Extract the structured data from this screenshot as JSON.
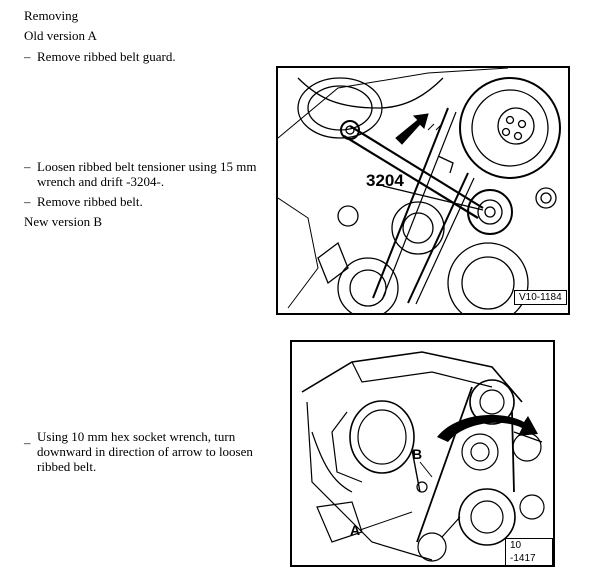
{
  "heading": "Removing",
  "version_a_label": "Old version A",
  "steps_a": {
    "step1": "Remove ribbed belt guard.",
    "step2_line1": "Loosen ribbed belt tensioner using 15 mm",
    "step2_line2": "wrench and drift -3204-.",
    "step3": "Remove ribbed belt."
  },
  "version_b_label": "New version B",
  "steps_b": {
    "step1_line1": "Using 10 mm hex socket wrench, turn",
    "step1_line2": "downward in direction of arrow to loosen",
    "step1_line3": "ribbed belt."
  },
  "bullet": "–",
  "figure1": {
    "ref": "V10-1184",
    "tool_number": "3204"
  },
  "figure2": {
    "ref": "10 -1417",
    "label_a": "A",
    "label_b": "B"
  }
}
